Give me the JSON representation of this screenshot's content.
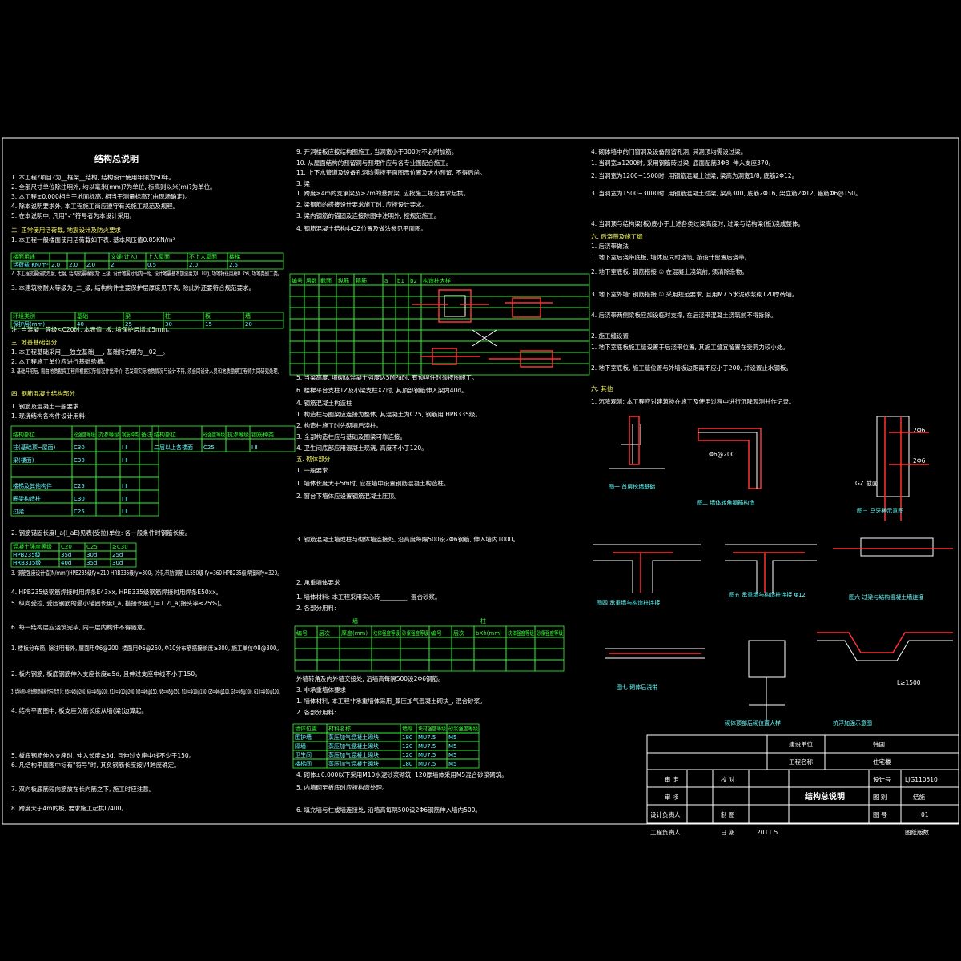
{
  "drawing": {
    "main_title": "结构总说明",
    "col1": [
      "1. 本工程?项目?为__框架__结构, 结构设计使用年限为50年。",
      "2. 全部尺寸单位除注明外, 均以毫米(mm)?为单位, 标高则以米(m)?为单位。",
      "3. 本工程±0.000相当于地面标高, 相当于测量标高?(由现场确定)。",
      "4. 除本说明要求外, 本工程施工尚应遵守有关施工规范及规程。",
      "5. 在本说明中, 凡用\"✓\"符号者为本设计采用。",
      "二. 正常使用活荷载, 地震设计及防火要求",
      "1. 本工程一般楼面使用活荷载如下表:  基本风压值0.85KN/m²",
      "2. 本工程抗震设防烈度, 七度, 结构抗震等级为: 三级, 设计地震分组为一组, 设计地震基本加速度为0.10g, 场地特征周期0.35s, 场地类别二类。",
      "3. 本建筑物耐火等级为_二_级, 结构构件主要保护层厚度见下表, 除此外还要符合规范要求。",
      "注: 当混凝土等级<C20时, 本表值, 板, 墙保护层增加5mm。",
      "三. 地基基础部分",
      "1. 本工程基础采用___独立基础___, 基础持力层为__02__。",
      "2. 本工程施工单位应进行基础验槽。",
      "3. 基础开挖后, 需由地质勘探工程师根据实际情况作出评价, 若发现实际地质情况与设计不符, 须会同设计人员和地质勘察工程师共同研究处理。",
      "四. 钢筋混凝土结构部分",
      "1. 钢筋及混凝土一般要求",
      "1. 现浇结构各构件设计用料:",
      "2. 钢筋锚固长度l_a(l_aE)见表(受拉)单位: 各一般条件时钢筋长度。",
      "3. 钢筋强度设计值(N/mm²)HPB235级fy=210 HRB335级fy=300。冷轧带肋钢筋 LL550级 fy=360 HPB235级焊接网fy=320。",
      "4. HPB235级钢筋焊接时用焊条E43xx, HRB335级钢筋焊接时用焊条E50xx。",
      "5. 纵向受拉, 受压钢筋的最小锚固长度l_a, 搭接长度l_l=1.2l_a(接头率≤25%)。",
      "6. 每一结构层应浇筑完毕, 同一层内构件不得随意。",
      "1. 楼板分布筋, 除注明者外, 屋面用Φ6@200, 楼面用Φ6@250, Φ10分布筋搭接长度≥300, 施工单位Φ8@300。",
      "2. 板内钢筋, 板底钢筋伸入支座长度≥5d, 且伸过支座中线不小于150。",
      "3. 结构图中所绘钢筋规格代号表示为: K6=Φ6@200, K8=Φ8@200, K10=Φ10@200, N6=Φ6@150, N8=Φ8@150, N10=Φ10@150, G6=Φ6@100, G8=Φ8@100, G10=Φ10@100。",
      "4. 结构平面图中, 板支座负筋长度从墙(梁)边算起。",
      "5. 板底钢筋伸入支座时, 伸入长度≥5d, 且伸过支座中线不少于150。",
      "6. 凡结构平面图中标有\"符号\"时, 其负钢筋长度按l/4跨度确定。",
      "7. 双向板底筋短向筋放在长向筋之下, 施工时应注意。",
      "8. 跨度大于4m的板, 要求施工起拱L/400。"
    ],
    "load_table": {
      "headers": [
        "楼面用途",
        "",
        "",
        "",
        "文娱(计入)",
        "上人屋面",
        "不上人屋面",
        "楼梯"
      ],
      "row": [
        "活荷载 KN/m²",
        "2.0",
        "2.0",
        "2.0",
        "2",
        "0.5",
        "2.0",
        "2.5"
      ]
    },
    "cover_table": {
      "headers": [
        "环境类别",
        "基础",
        "梁",
        "柱",
        "板",
        "墙"
      ],
      "row": [
        "保护层(mm)",
        "40",
        "25",
        "30",
        "15",
        "20"
      ]
    },
    "material_left": {
      "headers": [
        "结构部位",
        "砼强度等级",
        "抗渗等级",
        "钢筋种类",
        "备注"
      ],
      "rows": [
        [
          "柱(基础顶~屋面)",
          "C30",
          "",
          "Ⅰ Ⅱ",
          ""
        ],
        [
          "梁(楼面)",
          "C30",
          "",
          "Ⅰ Ⅱ",
          ""
        ],
        [
          "",
          "",
          "",
          "",
          ""
        ],
        [
          "楼梯及其他构件",
          "C25",
          "",
          "Ⅰ Ⅱ",
          ""
        ],
        [
          "圈梁构造柱",
          "C30",
          "",
          "Ⅰ Ⅱ",
          ""
        ],
        [
          "过梁",
          "C25",
          "",
          "Ⅰ Ⅱ",
          ""
        ]
      ]
    },
    "material_right": {
      "headers": [
        "结构部位",
        "砼强度等级",
        "抗渗等级",
        "钢筋种类"
      ],
      "row": [
        "二层以上各楼面",
        "C25",
        "",
        "Ⅰ Ⅱ"
      ]
    },
    "anchor_table": {
      "headers": [
        "混凝土强度等级",
        "C20",
        "C25",
        "≥C30"
      ],
      "rows": [
        [
          "HPB235级",
          "35d",
          "30d",
          "25d"
        ],
        [
          "HRB335级",
          "40d",
          "35d",
          "30d"
        ]
      ]
    },
    "col2": [
      "9. 开洞楼板应按结构图施工, 当洞宽小于300时不必附加筋。",
      "10. 从屋面结构的预留洞与预埋件应与各专业图配合施工。",
      "11. 上下水管道及设备孔洞均需按平面图示位置及大小预留, 不得后凿。",
      "3. 梁",
      "1. 跨度≥4m的支承梁及≥2m的悬臂梁, 应按施工规范要求起拱。",
      "2. 梁钢筋的搭接设计要求施工时, 应按设计要求。",
      "3. 梁内钢筋的锚固及连接除图中注明外, 按规范施工。",
      "4. 钢筋混凝土结构中GZ位置及做法参见平面图。",
      "5. 当梁高度, 墙砌体混凝土强度达5MPa时, 有预埋件时须按图施工。",
      "6. 楼梯平台支柱TZ及小梁支柱XZ时, 其顶部钢筋伸入梁内40d。",
      "4. 钢筋混凝土构造柱",
      "1. 构造柱与圈梁应连接为整体, 其混凝土为C25, 钢筋用 HPB335级。",
      "2. 构造柱施工时先砌墙后浇柱。",
      "3. 全部构造柱应与基础及圈梁可靠连接。",
      "4. 卫生间底部应用混凝土现浇, 高度不小于120。",
      "五. 砌体部分",
      "1. 一般要求",
      "1. 墙体长度大于5m时, 应在墙中设置钢筋混凝土构造柱。",
      "2. 窗台下墙体应设置钢筋混凝土压顶。",
      "3. 钢筋混凝土墙或柱与砌体墙连接处, 沿高度每隔500设2Φ6钢筋, 伸入墙内1000。",
      "2. 承重墙体要求",
      "1. 墙体材料: 本工程采用实心砖_________, 混合砂浆。",
      "2. 各部分用料:",
      "外墙转角及内外墙交接处, 沿墙高每隔500设2Φ6钢筋。",
      "3. 非承重墙体要求",
      "1. 墙体材料, 本工程非承重墙体采用_蒸压加气混凝土砌块_, 混合砂浆。",
      "2. 各部分用料:",
      "4. 砌体±0.000以下采用M10水泥砂浆砌筑, 120厚墙体采用M5混合砂浆砌筑。",
      "5. 内墙砌至板底时应按构造处理。",
      "6. 填充墙与柱或墙连接处, 沿墙高每隔500设2Φ6钢筋伸入墙内500。"
    ],
    "gz_table": {
      "headers": [
        "编号",
        "层数",
        "截面",
        "纵筋",
        "箍筋",
        "a",
        "b1",
        "b2",
        "构造柱大样"
      ]
    },
    "masonry_table": {
      "group1": "墙",
      "group2": "柱",
      "headers": [
        "编号",
        "层次",
        "厚度(mm)",
        "块体强度等级",
        "砂浆强度等级",
        "编号",
        "层次",
        "bXh(mm)",
        "块体强度等级",
        "砂浆强度等级"
      ]
    },
    "infill_table": {
      "headers": [
        "墙体位置",
        "材料名称",
        "墙厚",
        "块材强度等级",
        "砂浆强度等级"
      ],
      "rows": [
        [
          "围护墙",
          "蒸压加气混凝土砌块",
          "180",
          "MU7.5",
          "M5"
        ],
        [
          "隔墙",
          "蒸压加气混凝土砌块",
          "120",
          "MU7.5",
          "M5"
        ],
        [
          "卫生间",
          "蒸压加气混凝土砌块",
          "120",
          "MU7.5",
          "M5"
        ],
        [
          "楼梯间",
          "蒸压加气混凝土砌块",
          "180",
          "MU7.5",
          "M5"
        ]
      ]
    },
    "col3": [
      "4. 砌体墙中的门窗洞及设备预留孔洞, 其洞顶均需设过梁。",
      "1. 当洞宽≤1200时, 采用钢筋砖过梁, 底面配筋3Φ8, 伸入支座370。",
      "2. 当洞宽为1200~1500时, 用钢筋混凝土过梁, 梁高为洞宽1/8, 底筋2Φ12。",
      "3. 当洞宽为1500~3000时, 用钢筋混凝土过梁, 梁高300, 底筋2Φ16, 架立筋2Φ12, 箍筋Φ6@150。",
      "4. 当洞顶与结构梁(板)底小于上述各类过梁高度时, 过梁与结构梁(板)浇成整体。",
      "六. 后浇带及施工缝",
      "1. 后浇带做法",
      "1. 地下室后浇带底板, 墙体应同时浇筑, 按设计留置后浇带。",
      "2. 地下室底板: 钢筋搭接 ① 在混凝土浇筑前, 须清除杂物。",
      "3. 地下室外墙: 钢筋搭接 ① 采用规范要求, 且用M7.5水泥砂浆砌120厚砖墙。",
      "4. 后浇带两侧梁板应加设临时支撑, 在后浇带混凝土浇筑前不得拆除。",
      "2. 施工缝设置",
      "1. 地下室底板施工缝设置于后浇带位置, 其施工缝宜留置在受剪力较小处。",
      "2. 地下室底板, 施工缝位置与外墙板边距离不应小于200, 并设置止水钢板。",
      "六. 其他",
      "1. 沉降观测: 本工程应对建筑物在施工及使用过程中进行沉降观测并作记录。"
    ],
    "detail_captions": {
      "fig1": "图一  首层挖墙基础",
      "fig2": "图二  墙体转角钢筋构造",
      "fig3": "图三  马牙槎示意图",
      "fig4": "图四  承重墙与构造柱连接",
      "fig5": "图五  承重墙与构造柱连接 Φ12",
      "fig6": "图六  过梁与结构混凝土墙连接",
      "fig7": "图七  砌体后浇带",
      "fig8": "砌体顶部后砌位置大样",
      "fig9": "抗浮加强示意图",
      "gz": "GZ 截面",
      "lbl_6200": "Φ6@200",
      "lbl_26": "2Φ6",
      "lbl_L1500": "L≥1500"
    },
    "title_block": {
      "unit_label": "建设单位",
      "unit_value": "韩国",
      "project_label": "工程名称",
      "project_value": "住宅楼",
      "review": "审  定",
      "proofread": "校  对",
      "check": "审  核",
      "design_lead": "设计负责人",
      "draw": "制  图",
      "drawing_name": "结构总说明",
      "design_no_label": "设计号",
      "design_no": "LJG110510",
      "sheet_type_label": "图  别",
      "sheet_type": "结施",
      "sheet_no_label": "图  号",
      "sheet_no": "01",
      "project_lead": "工程负责人",
      "date_label": "日  期",
      "date": "2011.5",
      "archive_label": "图纸版数"
    }
  }
}
